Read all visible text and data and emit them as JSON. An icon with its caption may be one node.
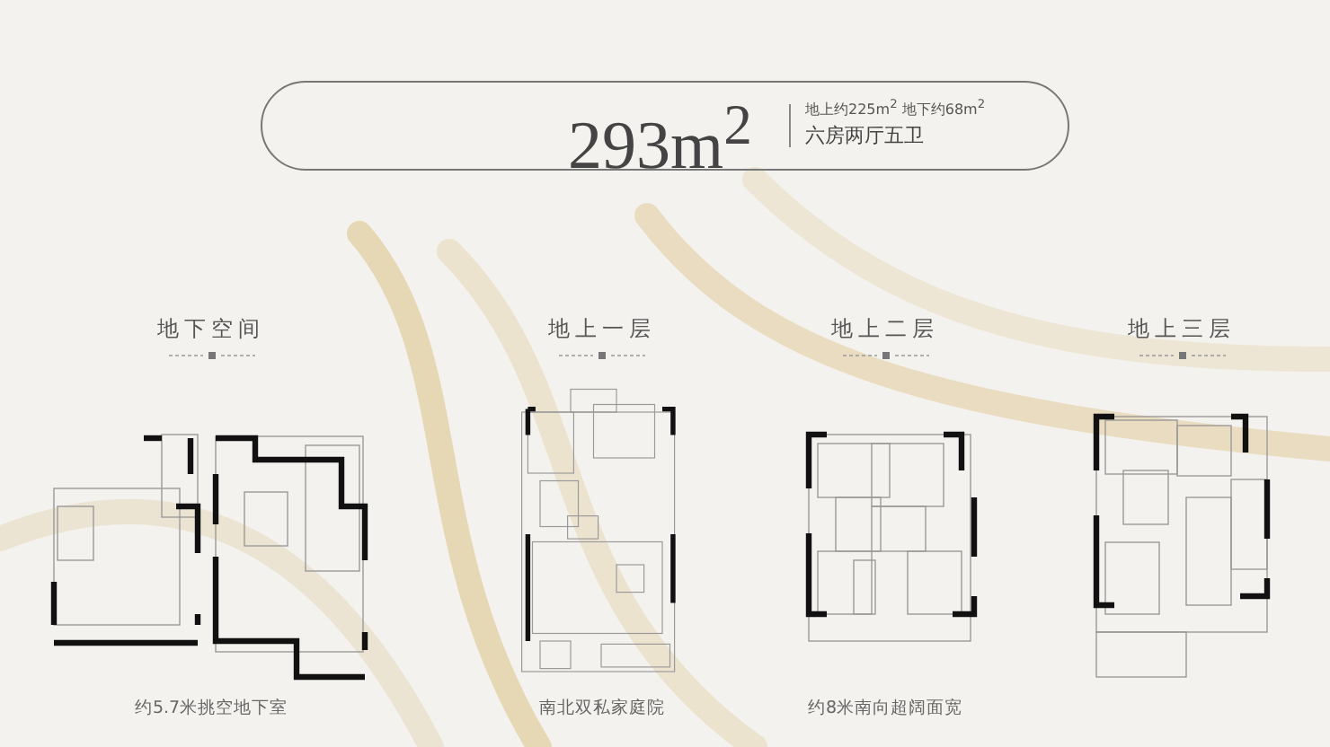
{
  "diagram": {
    "title": "293m$^{2}$",
    "nodes": [
      {
        "text": [
          "地下空间"
        ],
        "beside": [
          "约5.7米挑空地下室"
        ]
      },
      {
        "text": [
          "地上一层"
        ],
        "beside": [
          "南北双私家庭院"
        ]
      },
      {
        "text": [
          "地上二层"
        ],
        "beside": [
          "约8米南向超阔面宽"
        ]
      },
      {
        "text": [
          "地上三层"
        ]
      }
    ],
    "labels": [
      "地上约225m$^{2}$ 地下约68m$^{2}$",
      "六房两厅五卫"
    ]
  }
}
